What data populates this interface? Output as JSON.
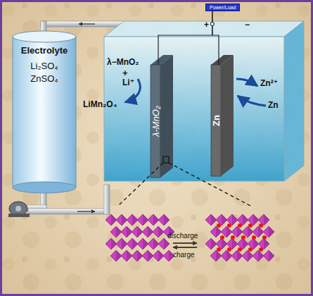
{
  "diagram": {
    "nodes": [
      {
        "text": [
          "Electrolyte",
          "Li₂SO₄ ZnSO₄"
        ]
      },
      {
        "text": [
          "Power/Load"
        ]
      },
      {
        "text": [
          "λ-MnO₂"
        ]
      },
      {
        "text": [
          "Zn"
        ]
      }
    ],
    "edges": [
      {
        "from": 1,
        "to": 2,
        "arrow": "none"
      },
      {
        "from": 1,
        "to": 3,
        "arrow": "none"
      }
    ],
    "labels": [
      "+",
      "−",
      "λ−MnO₂",
      "+",
      "Li⁺",
      "LiMn₂O₄",
      "Zn²⁺",
      "Zn",
      "discharge",
      "charge"
    ]
  }
}
